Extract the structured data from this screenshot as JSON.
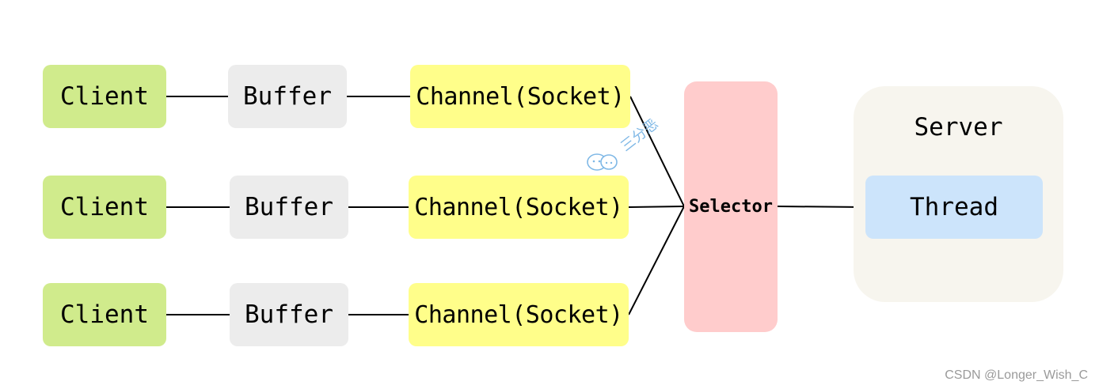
{
  "clients": [
    "Client",
    "Client",
    "Client"
  ],
  "buffers": [
    "Buffer",
    "Buffer",
    "Buffer"
  ],
  "channels": [
    "Channel(Socket)",
    "Channel(Socket)",
    "Channel(Socket)"
  ],
  "selector": "Selector",
  "server": {
    "label": "Server",
    "thread": "Thread"
  },
  "watermark": "三分恶",
  "credit": "CSDN @Longer_Wish_C",
  "colors": {
    "client": "#d0eb8c",
    "buffer": "#ececec",
    "channel": "#fffe8a",
    "selector": "#ffcccc",
    "server": "#f7f5ee",
    "thread": "#cce4fb"
  }
}
